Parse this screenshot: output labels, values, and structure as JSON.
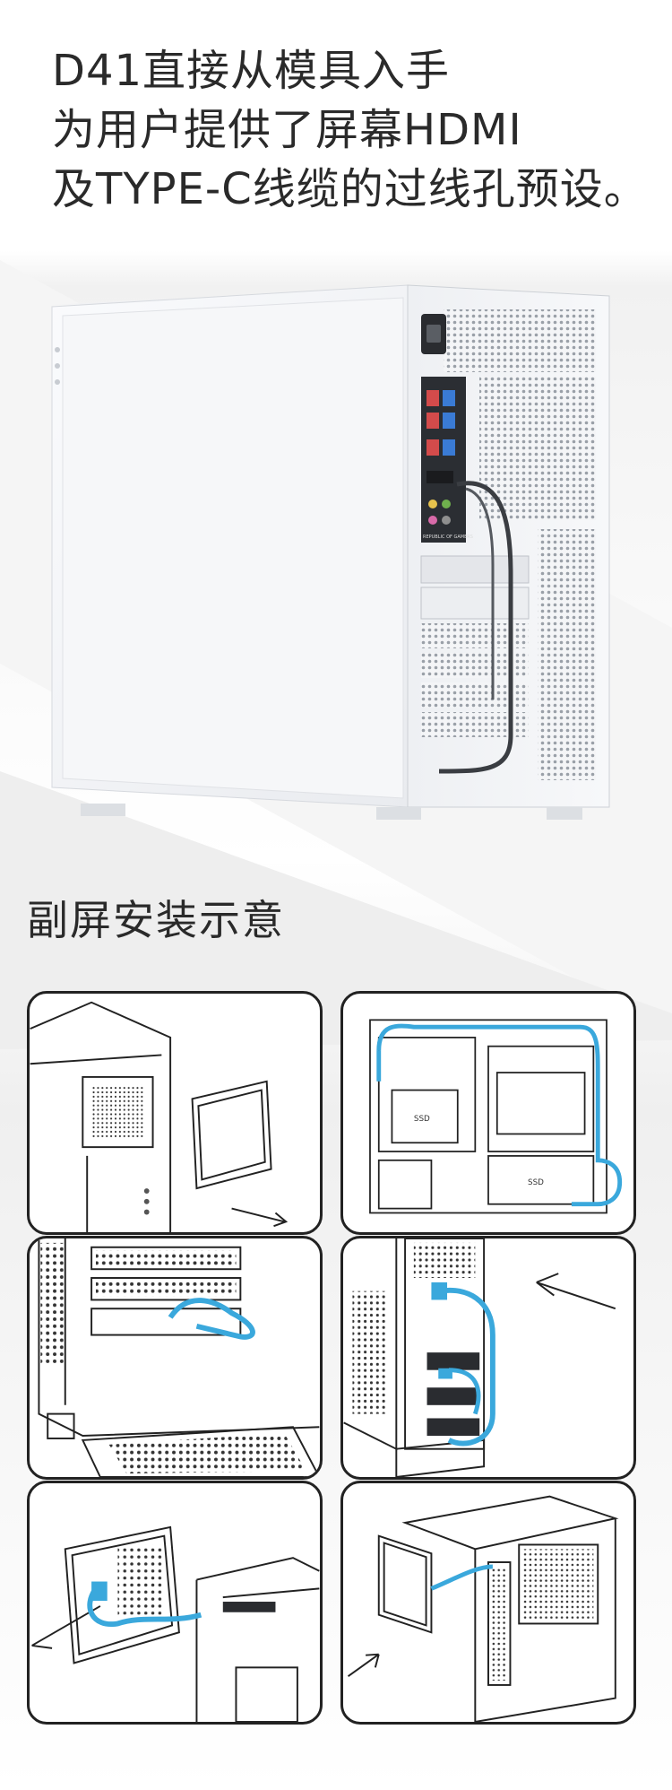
{
  "headline": {
    "line1": "D41直接从模具入手",
    "line2": "为用户提供了屏幕HDMI",
    "line3": "及TYPE-C线缆的过线孔预设。"
  },
  "hero": {
    "motherboard_label": "REPUBLIC OF GAMERS"
  },
  "section": {
    "title": "副屏安装示意"
  },
  "diagrams": {
    "ssd_label": "SSD",
    "ssd_label_2": "SSD"
  },
  "colors": {
    "cable_blue": "#3aa8dc",
    "case_white": "#f4f5f7",
    "line_dark": "#222222"
  }
}
